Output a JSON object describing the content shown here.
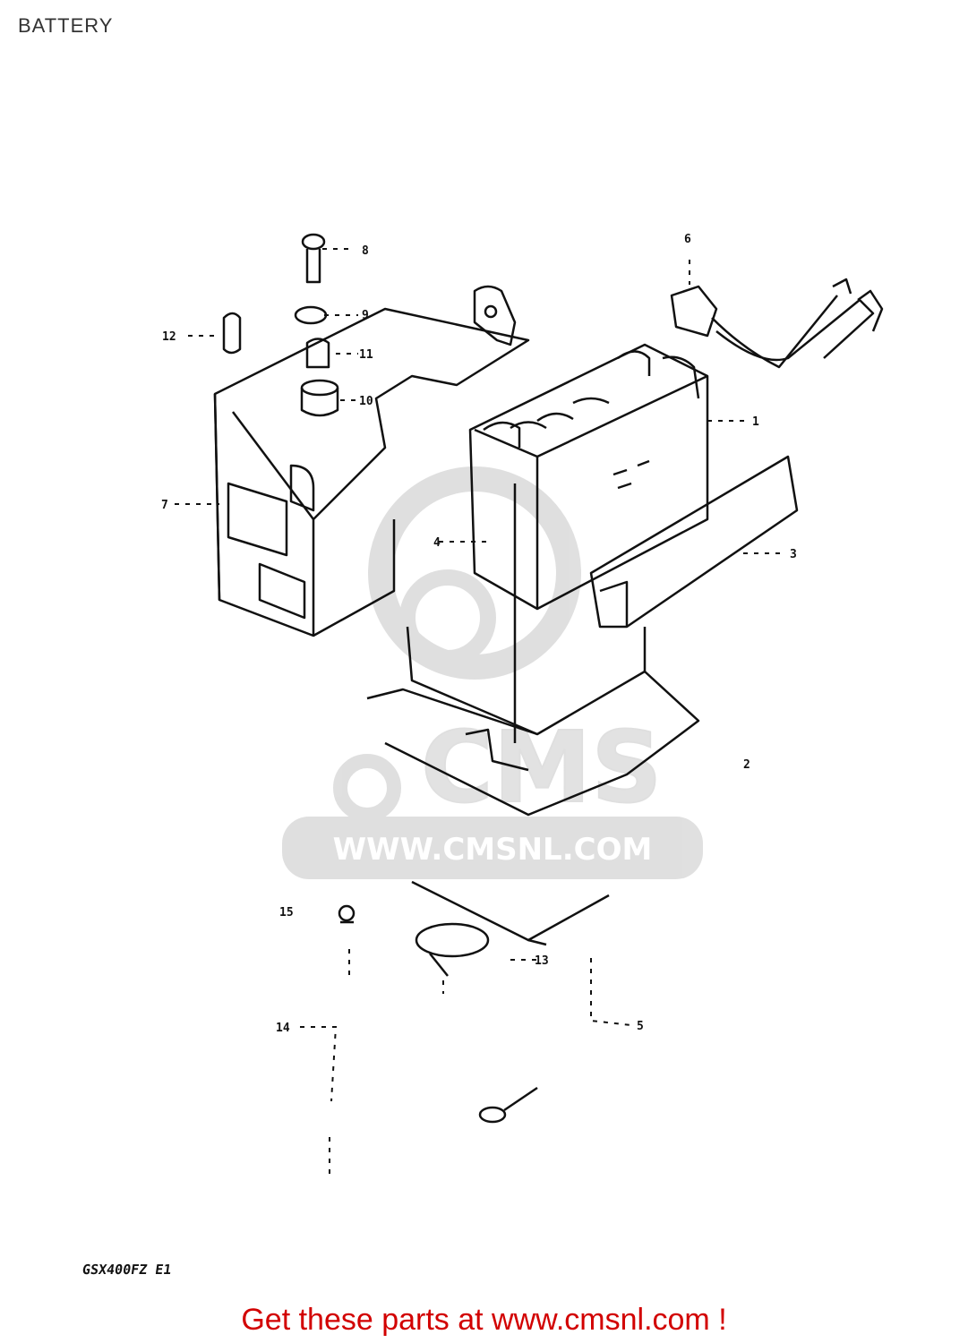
{
  "page": {
    "title": "BATTERY"
  },
  "diagram": {
    "part_labels": [
      "1",
      "2",
      "3",
      "4",
      "5",
      "6",
      "7",
      "8",
      "9",
      "10",
      "11",
      "12",
      "13",
      "14",
      "15"
    ],
    "model_code": "GSX400FZ E1"
  },
  "watermark": {
    "brand": "CMS",
    "url": "WWW.CMSNL.COM"
  },
  "footer": {
    "text": "Get these parts at www.cmsnl.com !",
    "color": "#d20000"
  }
}
